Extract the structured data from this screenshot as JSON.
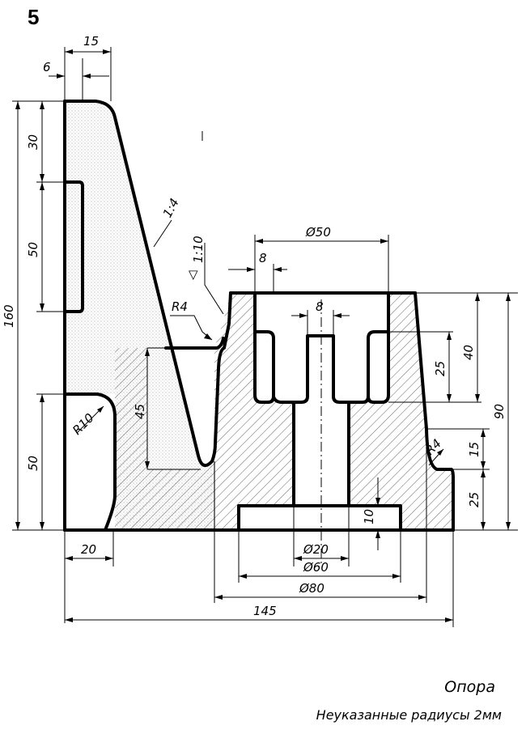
{
  "figure": {
    "number": "5",
    "title": "Опора",
    "note": "Неуказанные радиусы 2мм"
  },
  "dimensions": {
    "d15": "15",
    "d6": "6",
    "d160": "160",
    "d30": "30",
    "d50_upper": "50",
    "d50_lower": "50",
    "slope_1_4": "1:4",
    "taper_1_10": "1:10",
    "phi50": "Ø50",
    "d8_top": "8",
    "d8_mid": "8",
    "r4_left": "R4",
    "r4_right": "R4",
    "r10": "R10",
    "d45": "45",
    "d25_upper": "25",
    "d40": "40",
    "d90": "90",
    "d15_right": "15",
    "d25_lower": "25",
    "d10": "10",
    "d20": "20",
    "phi20": "Ø20",
    "phi60": "Ø60",
    "phi80": "Ø80",
    "d145": "145"
  }
}
